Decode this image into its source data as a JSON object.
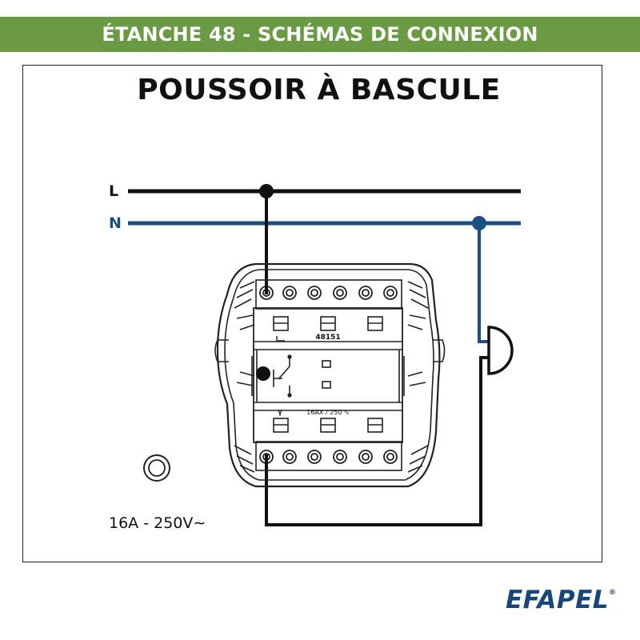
{
  "header": {
    "title": "ÉTANCHE 48 - SCHÉMAS DE CONNEXION"
  },
  "diagram": {
    "title": "POUSSOIR À BASCULE",
    "lines": {
      "live_label": "L",
      "neutral_label": "N"
    },
    "device": {
      "model": "48151",
      "rating_marking": "16AX / 250 ∿"
    },
    "rating": "16A - 250V∼"
  },
  "brand": {
    "name": "EFAPEL",
    "mark": "®"
  },
  "colors": {
    "header_green": "#6b9a45",
    "live_wire": "#111111",
    "neutral_wire": "#1a4f86",
    "brand_blue": "#16467a"
  }
}
